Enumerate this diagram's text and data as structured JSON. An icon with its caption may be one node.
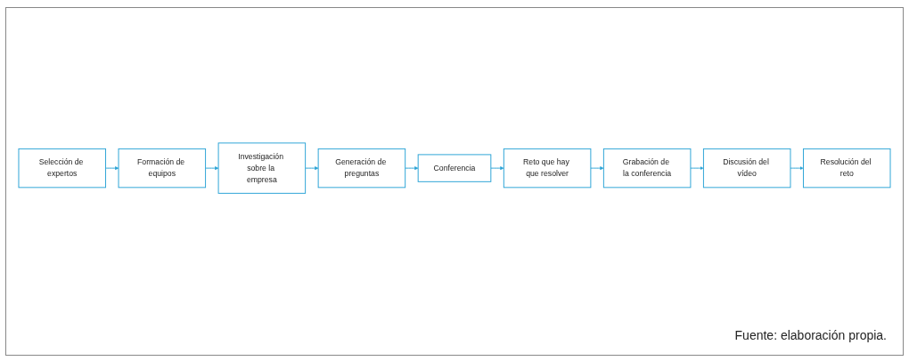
{
  "diagram": {
    "caption": "Fuente: elaboración propia.",
    "nodes": [
      {
        "text": [
          "Selección de expertos"
        ]
      },
      {
        "text": [
          "Formación de equipos"
        ]
      },
      {
        "text": [
          "Investigación sobre la empresa"
        ]
      },
      {
        "text": [
          "Generación de preguntas"
        ]
      },
      {
        "text": [
          "Conferencia"
        ]
      },
      {
        "text": [
          "Reto que hay que resolver"
        ]
      },
      {
        "text": [
          "Grabación de la conferencia"
        ]
      },
      {
        "text": [
          "Discusión del vídeo"
        ]
      },
      {
        "text": [
          "Resolución del reto"
        ]
      }
    ],
    "edges": [
      {
        "from": 0,
        "to": 1,
        "arrow": "to"
      },
      {
        "from": 1,
        "to": 2,
        "arrow": "to"
      },
      {
        "from": 2,
        "to": 3,
        "arrow": "to"
      },
      {
        "from": 3,
        "to": 4,
        "arrow": "to"
      },
      {
        "from": 4,
        "to": 5,
        "arrow": "to"
      },
      {
        "from": 5,
        "to": 6,
        "arrow": "to"
      },
      {
        "from": 6,
        "to": 7,
        "arrow": "to"
      },
      {
        "from": 7,
        "to": 8,
        "arrow": "to"
      }
    ]
  }
}
